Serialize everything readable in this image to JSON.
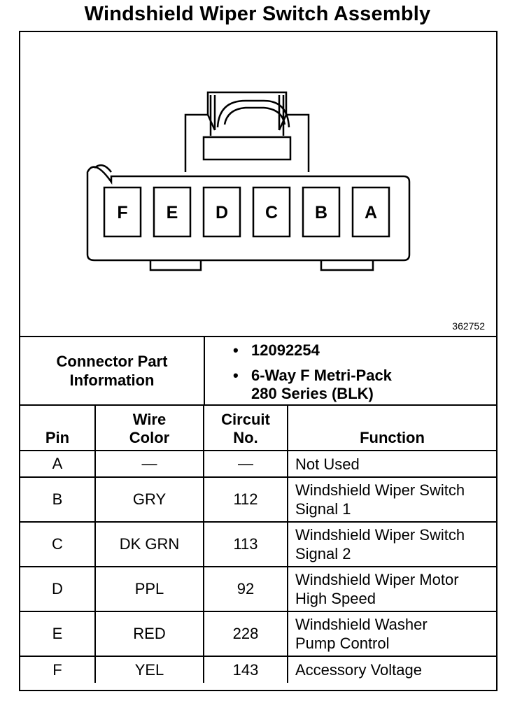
{
  "title": "Windshield Wiper Switch Assembly",
  "figure_number": "362752",
  "connector_pins": [
    "F",
    "E",
    "D",
    "C",
    "B",
    "A"
  ],
  "connector_part": {
    "label_line1": "Connector Part",
    "label_line2": "Information",
    "bullets": [
      {
        "line1": "12092254",
        "line2": ""
      },
      {
        "line1": "6-Way F Metri-Pack",
        "line2": "280 Series (BLK)"
      }
    ],
    "bullet_char": "•"
  },
  "table": {
    "headers": {
      "pin": "Pin",
      "wire_color_line1": "Wire",
      "wire_color_line2": "Color",
      "circuit_line1": "Circuit",
      "circuit_line2": "No.",
      "function": "Function"
    },
    "rows": [
      {
        "pin": "A",
        "wire": "—",
        "circuit": "—",
        "func1": "Not Used",
        "func2": ""
      },
      {
        "pin": "B",
        "wire": "GRY",
        "circuit": "112",
        "func1": "Windshield Wiper Switch",
        "func2": "Signal 1"
      },
      {
        "pin": "C",
        "wire": "DK GRN",
        "circuit": "113",
        "func1": "Windshield Wiper Switch",
        "func2": "Signal 2"
      },
      {
        "pin": "D",
        "wire": "PPL",
        "circuit": "92",
        "func1": "Windshield Wiper Motor",
        "func2": "High Speed"
      },
      {
        "pin": "E",
        "wire": "RED",
        "circuit": "228",
        "func1": "Windshield Washer",
        "func2": "Pump Control"
      },
      {
        "pin": "F",
        "wire": "YEL",
        "circuit": "143",
        "func1": "Accessory Voltage",
        "func2": ""
      }
    ]
  }
}
